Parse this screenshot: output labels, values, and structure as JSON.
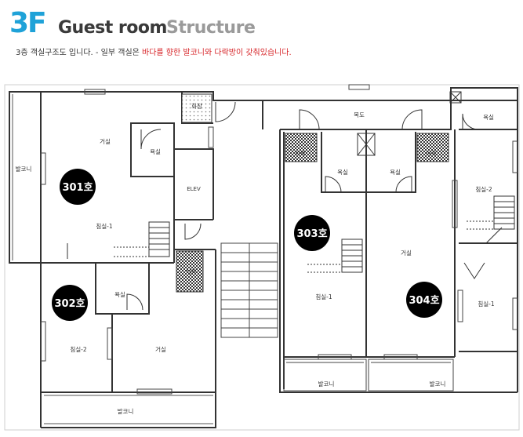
{
  "header": {
    "floor": "3F",
    "title_main": "Guest room",
    "title_accent": "Structure",
    "subtitle_plain": "3층 객실구조도 입니다. - 일부 객실은 ",
    "subtitle_highlight": "바다를 향한 발코니와 다락방이 갖춰있습니다."
  },
  "rooms": {
    "r301": "301호",
    "r302": "302호",
    "r303": "303호",
    "r304": "304호"
  },
  "labels": {
    "hallway": "복도",
    "elevator": "ELEV",
    "balcony_left": "발코니",
    "balcony_bottom_left": "발코니",
    "balcony_303": "발코니",
    "balcony_304": "발코니",
    "r301_living": "거실",
    "r301_bath": "욕실",
    "r301_bed": "침실-1",
    "r301_wc": "화장",
    "r302_bath": "욕실",
    "r302_bed": "침실-2",
    "r302_living": "거실",
    "r302_attic": "다락",
    "r303_attic": "다락",
    "r303_bath": "욕실",
    "r303_bed": "침실-1",
    "r304_attic": "다락",
    "r304_bath": "욕실",
    "r304_living": "거실",
    "r304_bed1": "침실-1",
    "r304_bed2": "침실-2",
    "r304_bath2": "욕실"
  }
}
